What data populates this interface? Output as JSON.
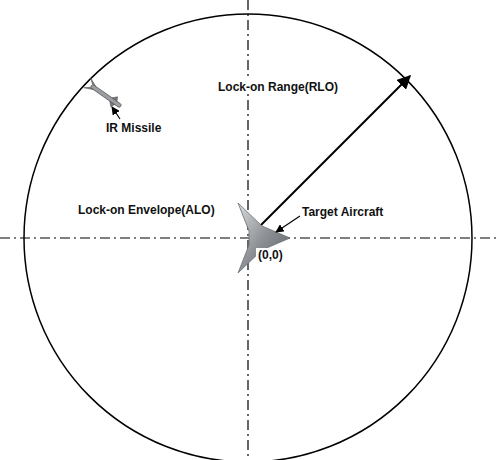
{
  "diagram": {
    "labels": [
      "Lock-on Range(RLO)",
      "IR Missile",
      "Lock-on Envelope(ALO)",
      "Target Aircraft",
      "(0,0)"
    ]
  }
}
